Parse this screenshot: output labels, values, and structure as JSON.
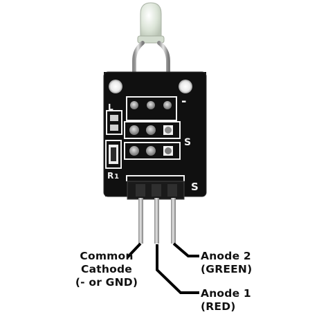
{
  "pcb_labels": {
    "minus": "-",
    "L": "L",
    "S_top": "S",
    "R": "R",
    "one": "1",
    "S_bottom": "S"
  },
  "callouts": {
    "common_cathode": [
      "Common",
      "Cathode",
      "(- or GND)"
    ],
    "anode2": [
      "Anode 2",
      "(GREEN)"
    ],
    "anode1": [
      "Anode 1",
      "(RED)"
    ]
  },
  "colors": {
    "pcb": "#0d0d0d",
    "silkscreen": "#f2f2f2",
    "leader": "#000000",
    "pin": "#c7c7c7",
    "led_body": "#dfe7dc"
  }
}
